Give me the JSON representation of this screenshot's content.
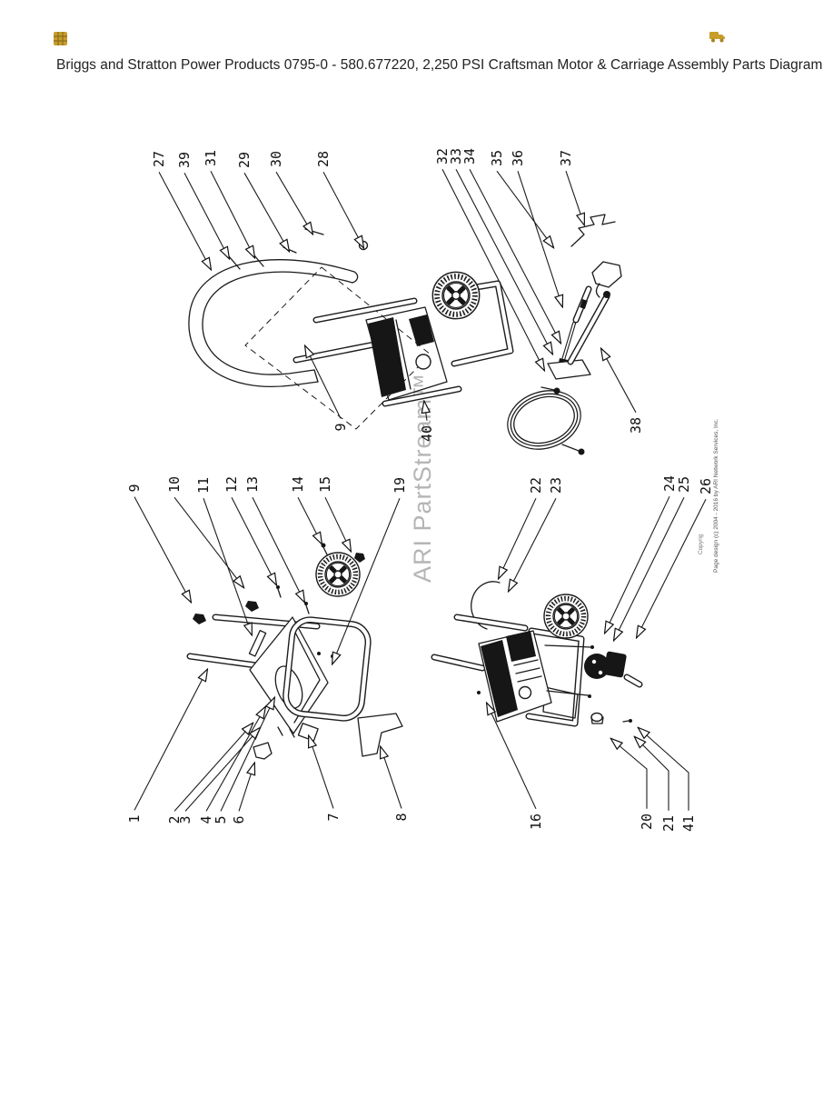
{
  "page": {
    "title": "Briggs and Stratton Power Products 0795-0 - 580.677220, 2,250 PSI Craftsman Motor & Carriage Assembly Parts Diagram"
  },
  "header": {
    "left_icon": "grid-icon",
    "right_icon": "truck-icon",
    "icon_color": "#c79d2b"
  },
  "diagram": {
    "watermark": "ARI PartStream™",
    "copyright_fragment": "Copyrig",
    "copyright": "Page design (c) 2004 - 2016 by ARI Network Services, Inc.",
    "line_color": "#1c1c1c",
    "callouts": [
      "27",
      "39",
      "31",
      "29",
      "30",
      "28",
      "32",
      "33",
      "34",
      "35",
      "36",
      "37",
      "9",
      "40",
      "38",
      "9",
      "10",
      "11",
      "12",
      "13",
      "14",
      "15",
      "19",
      "1",
      "2",
      "3",
      "4",
      "5",
      "6",
      "7",
      "8",
      "22",
      "23",
      "24",
      "25",
      "26",
      "16",
      "20",
      "21",
      "41"
    ]
  }
}
